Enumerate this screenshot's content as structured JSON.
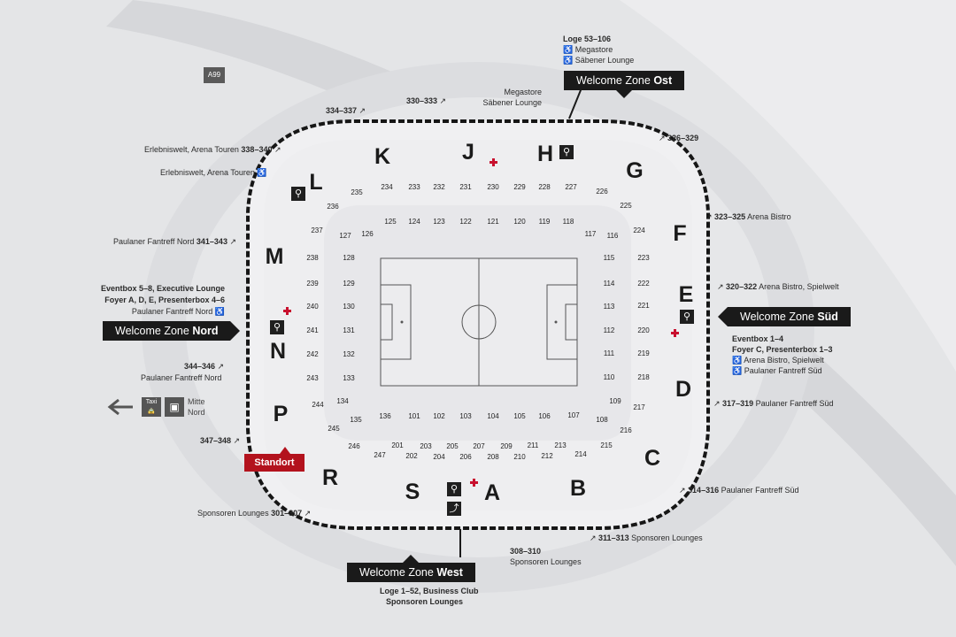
{
  "sign": {
    "code": "A99"
  },
  "letters": [
    "K",
    "J",
    "H",
    "G",
    "F",
    "E",
    "D",
    "C",
    "B",
    "A",
    "S",
    "R",
    "P",
    "N",
    "M",
    "L"
  ],
  "sections": {
    "outer_top": [
      "235",
      "234",
      "233",
      "232",
      "231",
      "230",
      "229",
      "228",
      "227",
      "226"
    ],
    "outer_bottom": [
      "247",
      "202",
      "204",
      "206",
      "208",
      "210",
      "212",
      "214"
    ],
    "outer_bottom2": [
      "201",
      "203",
      "205",
      "207",
      "209",
      "211",
      "213",
      "215"
    ],
    "outer_left": [
      "236",
      "237",
      "238",
      "239",
      "240",
      "241",
      "242",
      "243",
      "244",
      "245",
      "246"
    ],
    "outer_right": [
      "225",
      "224",
      "223",
      "222",
      "221",
      "220",
      "219",
      "218",
      "217",
      "216"
    ],
    "inner_top": [
      "127",
      "126",
      "125",
      "124",
      "123",
      "122",
      "121",
      "120",
      "119",
      "118",
      "117",
      "116"
    ],
    "inner_left": [
      "128",
      "129",
      "130",
      "131",
      "132",
      "133",
      "134",
      "135"
    ],
    "inner_right": [
      "115",
      "114",
      "113",
      "112",
      "111",
      "110",
      "109",
      "108"
    ],
    "inner_bottom": [
      "136",
      "101",
      "102",
      "103",
      "104",
      "105",
      "106",
      "107"
    ]
  },
  "zones": {
    "ost": {
      "prefix": "Welcome Zone ",
      "name": "Ost"
    },
    "sued": {
      "prefix": "Welcome Zone ",
      "name": "Süd"
    },
    "nord": {
      "prefix": "Welcome Zone ",
      "name": "Nord"
    },
    "west": {
      "prefix": "Welcome Zone ",
      "name": "West"
    }
  },
  "labels": {
    "loge_53": "Loge 53–106",
    "megastore_1": "Megastore",
    "saebener_1": "Säbener Lounge",
    "megastore_2": "Megastore",
    "saebener_2": "Säbener Lounge",
    "r330": "330–333",
    "r334": "334–337",
    "r338_prefix": "Erlebniswelt, Arena Touren",
    "r338": "338–340",
    "erlebniswelt": "Erlebniswelt, Arena Touren",
    "r341_prefix": "Paulaner Fantreff Nord",
    "r341": "341–343",
    "eventbox_58": "Eventbox 5–8, Executive Lounge",
    "foyer_ade": "Foyer A, D, E, Presenterbox 4–6",
    "fantreff_nord_1": "Paulaner Fantreff Nord",
    "r344": "344–346",
    "fantreff_nord_2": "Paulaner Fantreff Nord",
    "taxi": "Taxi",
    "mitte": "Mitte",
    "nord": "Nord",
    "r347": "347–348",
    "standort": "Standort",
    "r301_prefix": "Sponsoren Lounges",
    "r301": "301–307",
    "r308": "308–310",
    "sponsoren_308": "Sponsoren Lounges",
    "r311": "311–313",
    "sponsoren_311": "Sponsoren Lounges",
    "r314": "314–316",
    "fantreff_sued_314": "Paulaner Fantreff Süd",
    "r317": "317–319",
    "fantreff_sued_317": "Paulaner Fantreff Süd",
    "eventbox_14": "Eventbox 1–4",
    "foyer_c": "Foyer C, Presenterbox 1–3",
    "bistro_spielwelt": "Arena Bistro, Spielwelt",
    "fantreff_sued": "Paulaner Fantreff Süd",
    "r320": "320–322",
    "bistro_spielwelt_320": "Arena Bistro, Spielwelt",
    "r323": "323–325",
    "bistro_323": "Arena Bistro",
    "r326": "326–329",
    "loge_152": "Loge 1–52, Business Club",
    "sponsoren_west": "Sponsoren Lounges"
  }
}
